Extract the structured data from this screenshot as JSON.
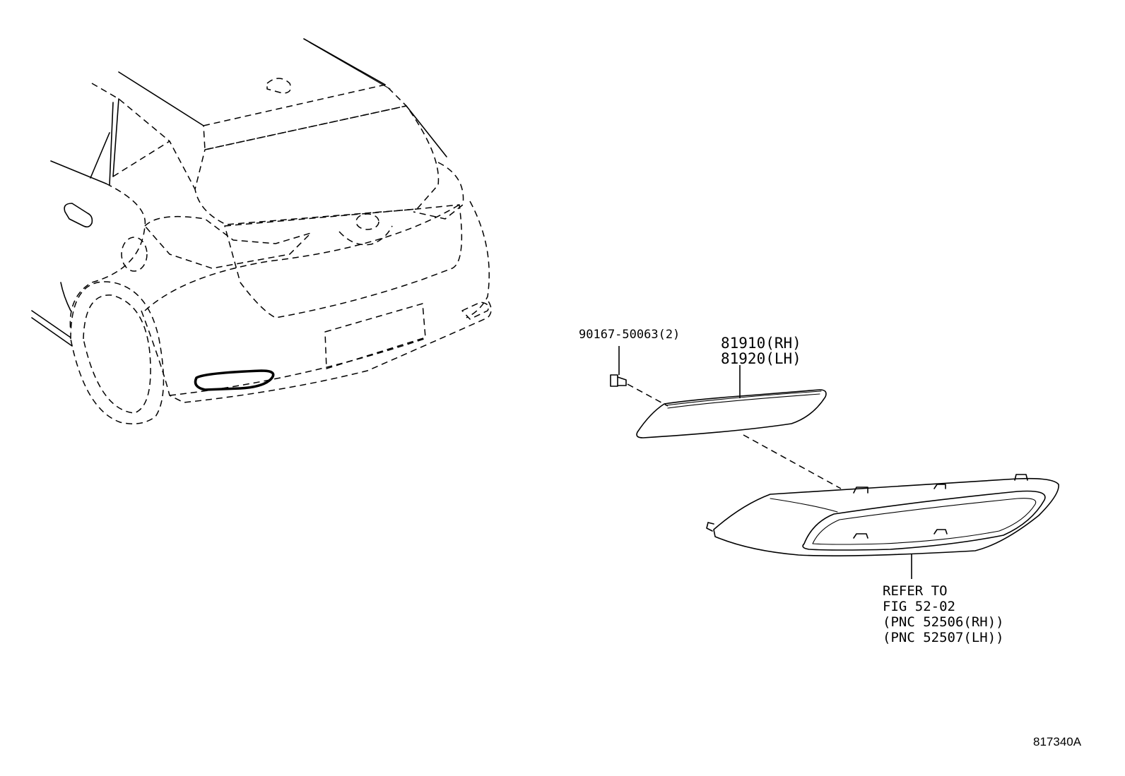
{
  "diagram": {
    "callouts": {
      "bolt": {
        "part_number": "90167-50063(2)"
      },
      "reflector": {
        "line1": "81910(RH)",
        "line2": "81920(LH)"
      },
      "bumper_note": {
        "line1": "REFER TO",
        "line2": "FIG 52-02",
        "line3": "(PNC 52506(RH))",
        "line4": "(PNC 52507(LH))"
      }
    },
    "illustration_id": "817340A"
  }
}
